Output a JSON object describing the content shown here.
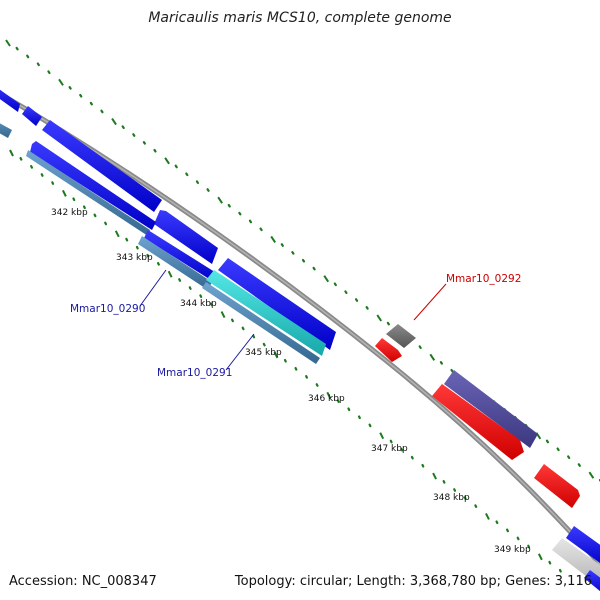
{
  "title": "Maricaulis maris MCS10, complete genome",
  "footer": {
    "accession": "Accession: NC_008347",
    "summary": "Topology: circular; Length: 3,368,780 bp; Genes: 3,116"
  },
  "tick_labels": [
    "342 kbp",
    "343 kbp",
    "344 kbp",
    "345 kbp",
    "346 kbp",
    "347 kbp",
    "348 kbp",
    "349 kbp"
  ],
  "gene_labels": [
    {
      "text": "Mmar10_0290",
      "color": "#1a1aa0"
    },
    {
      "text": "Mmar10_0291",
      "color": "#1a1aa0"
    },
    {
      "text": "Mmar10_0292",
      "color": "#cc0000"
    }
  ],
  "colors": {
    "backbone": "#8a8a8a",
    "tick": "#1e7a1e",
    "cds": "#0000ee",
    "cds_alt": "#4682b4",
    "cds_cyan": "#22cccc",
    "gene_gray": "#6b6b6b",
    "gene_red": "#ee0000",
    "gene_purple": "#4b4694",
    "gene_lightgray": "#c8c8c8"
  }
}
